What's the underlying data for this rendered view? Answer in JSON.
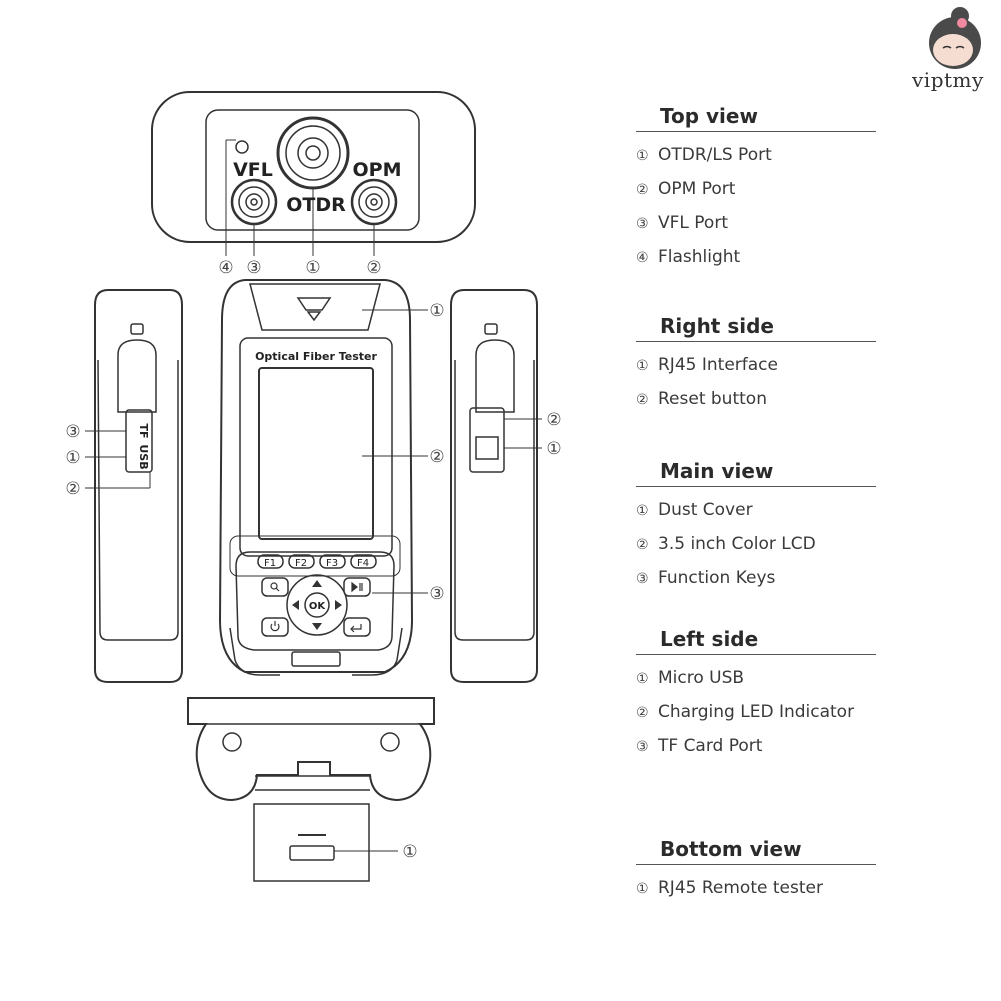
{
  "brand": {
    "watermark": "viptmy"
  },
  "device": {
    "screen_title": "Optical Fiber Tester",
    "port_labels": {
      "vfl": "VFL",
      "otdr": "OTDR",
      "opm": "OPM"
    },
    "function_keys": [
      "F1",
      "F2",
      "F3",
      "F4"
    ],
    "ok_key": "OK",
    "left_side_labels": {
      "tf": "TF",
      "usb": "USB"
    }
  },
  "callouts": {
    "top": [
      "④",
      "③",
      "①",
      "②"
    ],
    "main": [
      "①",
      "②",
      "③"
    ],
    "left": [
      "③",
      "①",
      "②"
    ],
    "right": [
      "②",
      "①"
    ],
    "bottom": [
      "①"
    ]
  },
  "legend": [
    {
      "title": "Top view",
      "items": [
        {
          "num": "①",
          "label": "OTDR/LS Port"
        },
        {
          "num": "②",
          "label": "OPM Port"
        },
        {
          "num": "③",
          "label": "VFL Port"
        },
        {
          "num": "④",
          "label": "Flashlight"
        }
      ]
    },
    {
      "title": "Right side",
      "items": [
        {
          "num": "①",
          "label": "RJ45 Interface"
        },
        {
          "num": "②",
          "label": "Reset button"
        }
      ]
    },
    {
      "title": "Main view",
      "items": [
        {
          "num": "①",
          "label": "Dust Cover"
        },
        {
          "num": "②",
          "label": "3.5 inch Color LCD"
        },
        {
          "num": "③",
          "label": "Function Keys"
        }
      ]
    },
    {
      "title": "Left side",
      "items": [
        {
          "num": "①",
          "label": "Micro USB"
        },
        {
          "num": "②",
          "label": "Charging LED Indicator"
        },
        {
          "num": "③",
          "label": "TF Card Port"
        }
      ]
    },
    {
      "title": "Bottom view",
      "items": [
        {
          "num": "①",
          "label": "RJ45 Remote tester"
        }
      ]
    }
  ]
}
